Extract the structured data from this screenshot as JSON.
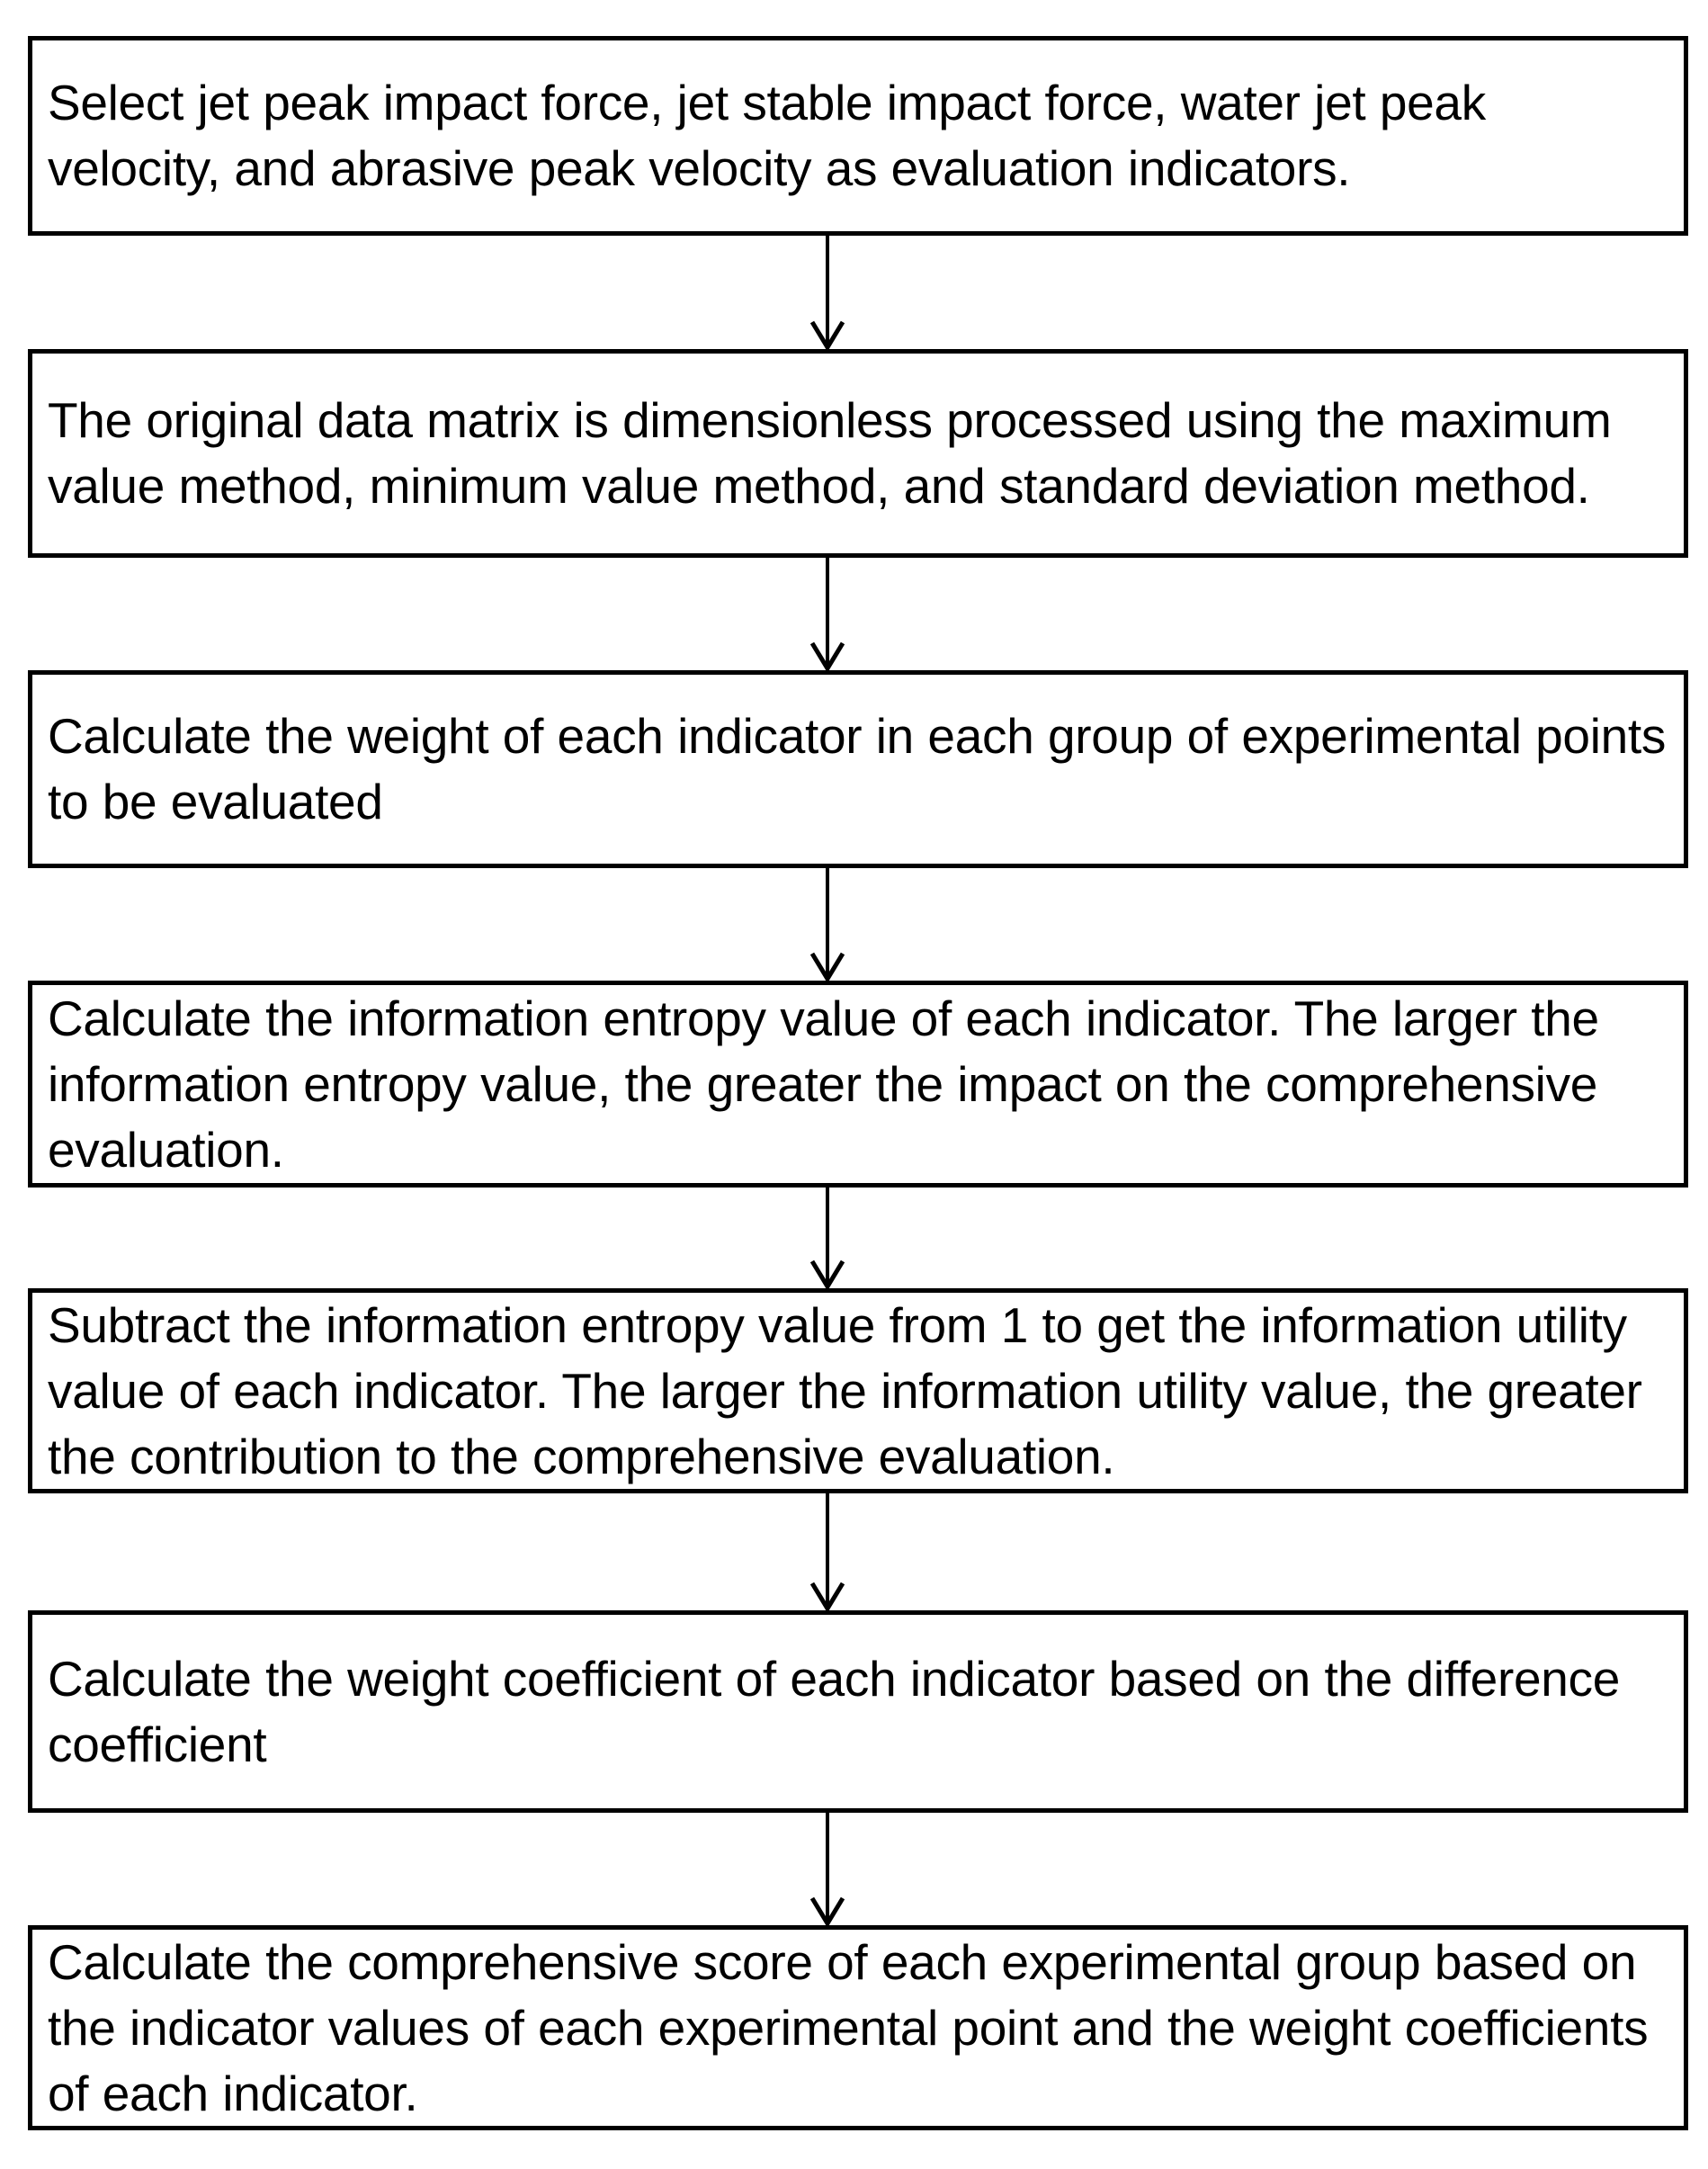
{
  "diagram": {
    "type": "flowchart",
    "orientation": "vertical-top-to-bottom",
    "title": "",
    "colors": {
      "box_border": "#000000",
      "box_fill": "#ffffff",
      "text": "#000000",
      "arrow": "#000000",
      "background": "#ffffff"
    },
    "nodes": [
      {
        "id": "step-1",
        "text": "Select jet peak impact force, jet stable impact force, water jet peak velocity, and abrasive peak velocity as evaluation indicators."
      },
      {
        "id": "step-2",
        "text": "The original data matrix is dimensionless processed using the maximum value method, minimum value method, and standard deviation method."
      },
      {
        "id": "step-3",
        "text": "Calculate the weight of each indicator in each group of experimental points to be evaluated"
      },
      {
        "id": "step-4",
        "text": "Calculate the information entropy value of each indicator. The larger the information entropy value, the greater the impact on the comprehensive evaluation."
      },
      {
        "id": "step-5",
        "text": "Subtract the information entropy value from 1 to get the information utility value of each indicator. The larger the information utility value, the greater the contribution to the comprehensive evaluation."
      },
      {
        "id": "step-6",
        "text": "Calculate the weight coefficient of each indicator based on the difference coefficient"
      },
      {
        "id": "step-7",
        "text": "Calculate the comprehensive score of each experimental group based on the indicator values of each experimental point and the weight coefficients of each indicator."
      }
    ],
    "edges": [
      {
        "id": "edge-1-2",
        "from": "step-1",
        "to": "step-2",
        "label": ""
      },
      {
        "id": "edge-2-3",
        "from": "step-2",
        "to": "step-3",
        "label": ""
      },
      {
        "id": "edge-3-4",
        "from": "step-3",
        "to": "step-4",
        "label": ""
      },
      {
        "id": "edge-4-5",
        "from": "step-4",
        "to": "step-5",
        "label": ""
      },
      {
        "id": "edge-5-6",
        "from": "step-5",
        "to": "step-6",
        "label": ""
      },
      {
        "id": "edge-6-7",
        "from": "step-6",
        "to": "step-7",
        "label": ""
      }
    ]
  }
}
